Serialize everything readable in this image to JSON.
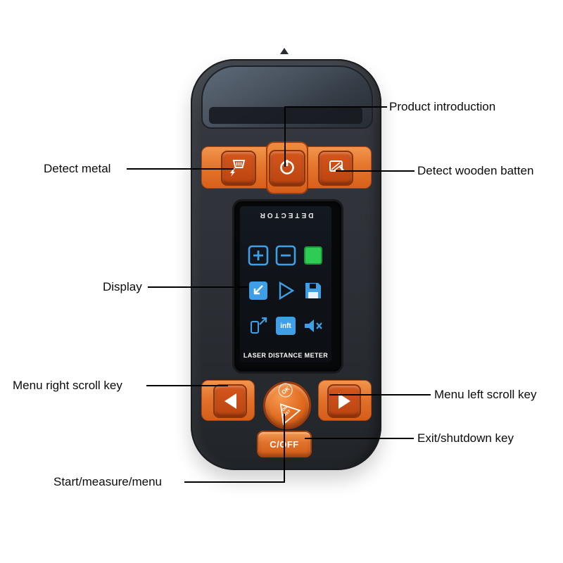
{
  "callouts": {
    "product_introduction": "Product introduction",
    "detect_metal": "Detect metal",
    "detect_wooden_batten": "Detect wooden batten",
    "display": "Display",
    "menu_right_scroll_key": "Menu right scroll key",
    "menu_left_scroll_key": "Menu left scroll key",
    "exit_shutdown_key": "Exit/shutdown key",
    "start_measure_menu": "Start/measure/menu"
  },
  "device": {
    "screen": {
      "top_label": "DETECTOR",
      "bottom_label": "LASER DISTANCE METER",
      "unit_icon_text": "inft",
      "icon_names": [
        "plus-icon",
        "minus-icon",
        "green-area-icon",
        "corner-arrow-icon",
        "angle-icon",
        "save-icon",
        "reference-arrow-icon",
        "unit-inft-icon",
        "mute-icon"
      ]
    },
    "buttons": {
      "top_icon_names": [
        "metal-detect-icon",
        "power-icon",
        "wood-detect-icon"
      ],
      "bottom_icon_names": [
        "left-triangle-icon",
        "right-triangle-icon"
      ],
      "ok_label": "OK",
      "on_label": "ON",
      "dist_label": "DIST",
      "c_off_label": "C/OFF"
    },
    "colors": {
      "body": "#2e3237",
      "accent_orange": "#e8722a",
      "button_red_orange": "#c8501a",
      "icon_blue": "#3f9fe6",
      "icon_green": "#2ecc52"
    }
  }
}
